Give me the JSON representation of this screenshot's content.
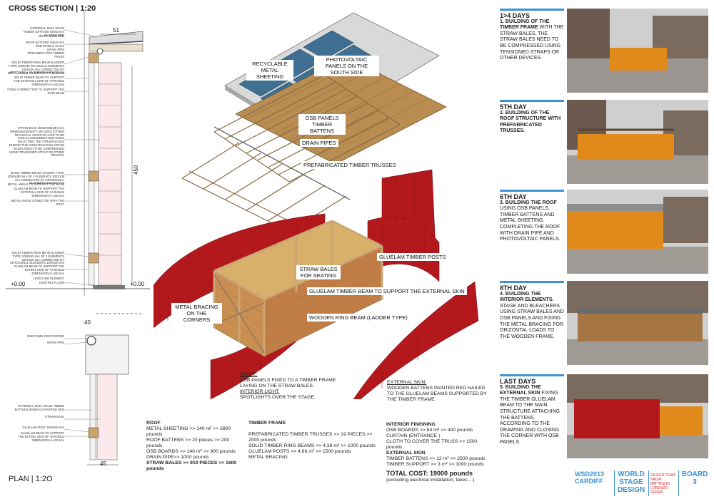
{
  "cross_section": {
    "title": "CROSS SECTION | 1:20",
    "dim_top": "51",
    "dim_height": "450",
    "level_left": "+0.00",
    "level_right": "+0.00",
    "notes": [
      "EXTERNAL SKIN: SOLID TIMBER BATTENS 50X50 mm PAINTED RED",
      "METAL SHEETING",
      "ROOF BATTENS 40X40 mm",
      "OSB PANELS 21 mm",
      "DRAIN PIPE",
      "PREFABRICATED TIMBER TRUSS",
      "SOLID TIMBER RING BEAM (LADDER TYPE) 1000X45 mm SINGLE ELEMENTS 100X100 mm CONNECTED BY ORTOGONAL ELEMENTS 100X100 mm",
      "METAL ANGLE TO SUPPORT THE BEAM",
      "SOLID TIMBER BEAM TO SUPPORT THE EXTERNAL SKIN OF VARIABLE DIMENSION H=160 mm",
      "STEEL CONNECTION TO SUPPORT THE RING BEAM",
      "STRAW BALE 45X50X80(480) mm MINIMUM DENSITY=90 Kg/m3 (OTHER TECHNICAL ASPECTS HAVE TO BE TAKE IN CONSIDERATION WHEN SELECTING THE STRAW BALES) DURING THE CONSTRUCTION STRAW BALES NEED TO BE COMPRESSED USING TENSIONED STRAP OR OTHER DEVICES",
      "SOLID TIMBER BEAM (LADDER TYPE) 1000X400 mm OF 2 ELEMENTS 100X100 mm CONNECTED BY ORTOGONAL ELEMENTS 100X100 mm",
      "METAL ANGLE TO SUPPORT THE BEAM",
      "GLUELAM BEAM TO SUPPORT THE EXTERNAL SKIN OF VARIABLE DIMENSION H=150 mm",
      "METAL ANGLE CONECTED WITH THE POST",
      "SOLID TIMBER RING BEAM (LADDER TYPE) 1000X45 mm OF 2 ELEMENTS 100X100 mm CONNECTED BY ORTOGONAL ELEMENTS 100X100 mm",
      "GLUELAM BEAM TO SUPPORT THE EXTERL SKIN OF VARIABLE DIMENSION H=150 mm",
      "LEVELLING ELEMENT",
      "EXISTING FLOOR"
    ]
  },
  "plan": {
    "title": "PLAN | 1:2O",
    "dim_top": "40",
    "dim_bottom": "45",
    "notes": [
      "OSB PANEL RED PAINTED",
      "DRAIN PIPE",
      "EXTERNAL SKIN: SOLID TIMBER BATTENS 50X50 mm PAINTED RED",
      "STRAW BALE",
      "GLUELAM POST 100X400 mm",
      "GLUELAM BEAM TO SUPPORT THE EXTERL SKIN OF VARIABLE DIMENSION H=150 mm"
    ]
  },
  "axonometric": {
    "labels": {
      "metal_sheeting": "RECYCLABLE METAL SHEETING",
      "photovoltaic": "PHOTOVOLTAIC PANELS ON THE SOUTH SIDE",
      "osb_battens": "OSB PANELS TIMBER BATTENS",
      "drain_pipes": "DRAIN PIPES",
      "trusses": "PREFABRICATED TIMBER TRUSSES",
      "gluelam_posts": "GLUELAM TIMBER POSTS",
      "straw_seating": "STRAW BALES FOR SEATING",
      "gluelam_beam": "GLUELAM TIMBER BEAM TO SUPPORT THE EXTERNAL SKIN",
      "metal_bracing": "METAL BRACING ON THE CORNERS",
      "ring_beam": "WOODEN RING BEAM (LADDER TYPE)"
    }
  },
  "stage": {
    "h1": "STAGE:",
    "t1": "OSB PANELS FIXED TO A TIMBER FRAME    LAYING ON THE STRAW BALES.",
    "h2": "INTERIOR LIGHT:",
    "t2": "SPOTLIGHTS OVER THE STAGE.",
    "h3": "EXTERNAL SKIN:",
    "t3": "WOODEN BATTENS PAINTED RED NAILED TO THE GLUELAM BEAMS SUPPORTED BY THE TIMBER FRAME."
  },
  "costs": {
    "roof": {
      "heading": "ROOF",
      "lines": [
        "METAL SHEETING >> 140 m² >> 2800 pounds",
        "ROOF BATTENS >> 20  pieces >> 200 pounds",
        "OSB BOARDS >> 140 m² >> 900 pounds",
        "DRAIN PIPE>> 1000 pounds"
      ],
      "bold_line": "STRAW BALES >> 910 PIECES >> 1600 pounds"
    },
    "timber_frame": {
      "heading": "TIMBER FRAME",
      "lines": [
        "PREFABRICATED TIMBER TRUSSES >> 19 PIECES >> 2000 pounds",
        "SOLID TIMBER RING BEAMS >> 4,38 m³ >> 1000 pounds",
        "GLUELAM POSTS >> 4,86 m³ >> 1500 pounds",
        "METAL  BRACING"
      ]
    },
    "interior": {
      "heading": "INTERIOR FINISNING",
      "lines": [
        "OSB BOARDS >> 54 m² >> 400 pounds",
        "CURTAIN (ENTRANCE )",
        "CLOTH TO COVER THE TRUSS >> 1500 pounds"
      ],
      "heading2": "EXTERNAL SKIN",
      "lines2": [
        "TIMBER BATTENS >> 12 m³ >> 2500 pounds",
        "TIMBER SUPPORT >> 3 m³ >> 1000 pounds"
      ]
    },
    "total": "TOTAL COST:  19000 pounds",
    "total_note": "(excluding electrical installation, taxes ...)"
  },
  "timeline": [
    {
      "title": "1>4 DAYS",
      "num": "1.",
      "head": "BUILDING OF THE TIMBER FRAME",
      "body": "WITH THE STRAW BALES. THE STRAW BALES NEED TO BE COMPRESSED USING TENSIONED STRAPS OR OTHER DEVICES."
    },
    {
      "title": "5TH DAY",
      "num": "2.",
      "head": "BUILDING OF THE ROOF STRUCTURE WITH PREFABRICATED TRUSSES.",
      "body": ""
    },
    {
      "title": "6TH DAY",
      "num": "3.",
      "head": "BUILDING THE ROOF",
      "body": "USING OSB PANELS, TIMBER BATTENS AND METAL SHEETING. COMPLETING THE ROOF WITH DRAIN PIPE AND PHOTOVOLTAIC PANELS."
    },
    {
      "title": "8TH DAY",
      "num": "4.",
      "head": "BUILDING THE INTERIOR ELEMENTS.",
      "body": "STAGE AND BLEACHERS USING STRAW BALES AND OSB PANELS AND FIXING THE METAL BRACING FOR ORIZONTAL LOADS TO THE WOODEN FRAME."
    },
    {
      "title": "LAST DAYS",
      "num": "5.",
      "head": "BUILDING THE EXTERNAL SKIN",
      "body": "FIXING THE TIMBER GLUELAM BEAM TO THE MAIN STRUCTURE ATTACHING THE BATTENS ACCORDING TO THE DRAWING AND CLOSING THE CORNER WITH OSB PANELS."
    }
  ],
  "footer": {
    "event_line1": "WSD2013",
    "event_line2": "CARDIFF",
    "title_line1": "WORLD",
    "title_line2": "STAGE",
    "title_line3": "DESIGN",
    "team_label": "DESIGN TEAM",
    "team_member1": "NADIA BATTAGLIO",
    "team_member2": "LORENZO SERRA",
    "board_label": "BOARD",
    "board_number": "3"
  },
  "colors": {
    "accent_blue": "#3a93d4",
    "red_skin": "#b3191c",
    "straw": "#d9b06a",
    "timber": "#c99a62",
    "team_red": "#d6262b"
  }
}
